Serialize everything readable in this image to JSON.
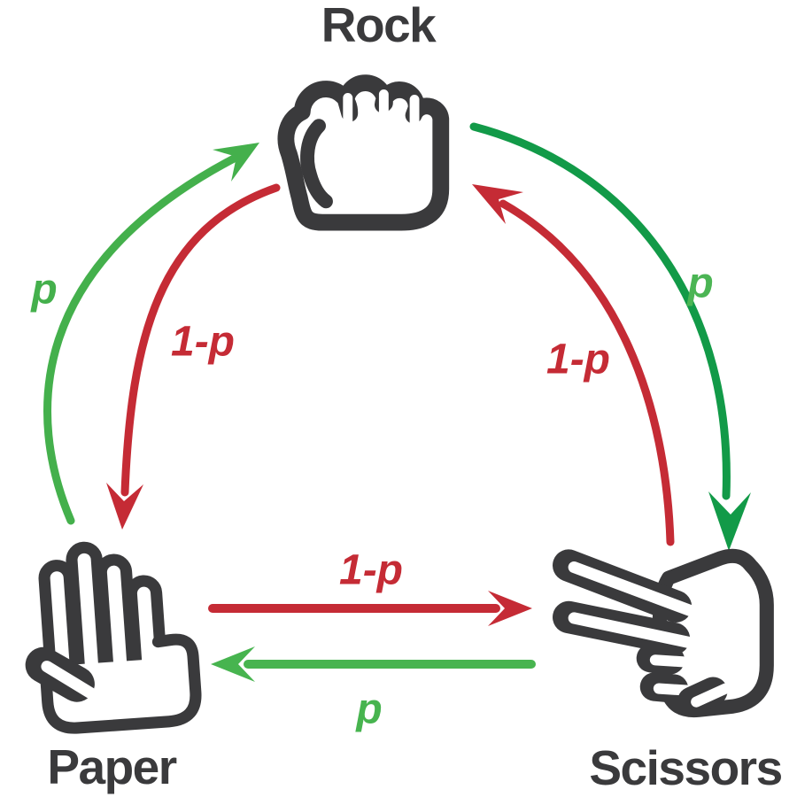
{
  "diagram": {
    "type": "state-transition-cycle",
    "nodes": [
      {
        "id": "rock",
        "label": "Rock"
      },
      {
        "id": "paper",
        "label": "Paper"
      },
      {
        "id": "scissors",
        "label": "Scissors"
      }
    ],
    "edges": [
      {
        "from": "paper",
        "to": "rock",
        "label": "p",
        "color": "#44b04c"
      },
      {
        "from": "rock",
        "to": "paper",
        "label": "1-p",
        "color": "#c52b35"
      },
      {
        "from": "rock",
        "to": "scissors",
        "label": "p",
        "color": "#129a48",
        "label_color": "#4bb554"
      },
      {
        "from": "scissors",
        "to": "rock",
        "label": "1-p",
        "color": "#c52b35"
      },
      {
        "from": "paper",
        "to": "scissors",
        "label": "1-p",
        "color": "#c52b35"
      },
      {
        "from": "scissors",
        "to": "paper",
        "label": "p",
        "color": "#47b44f"
      }
    ],
    "colors": {
      "ink": "#3a3a3c",
      "green_bright": "#44b04c",
      "green_dark": "#129a48",
      "red": "#c52b35",
      "background": "#ffffff"
    }
  }
}
